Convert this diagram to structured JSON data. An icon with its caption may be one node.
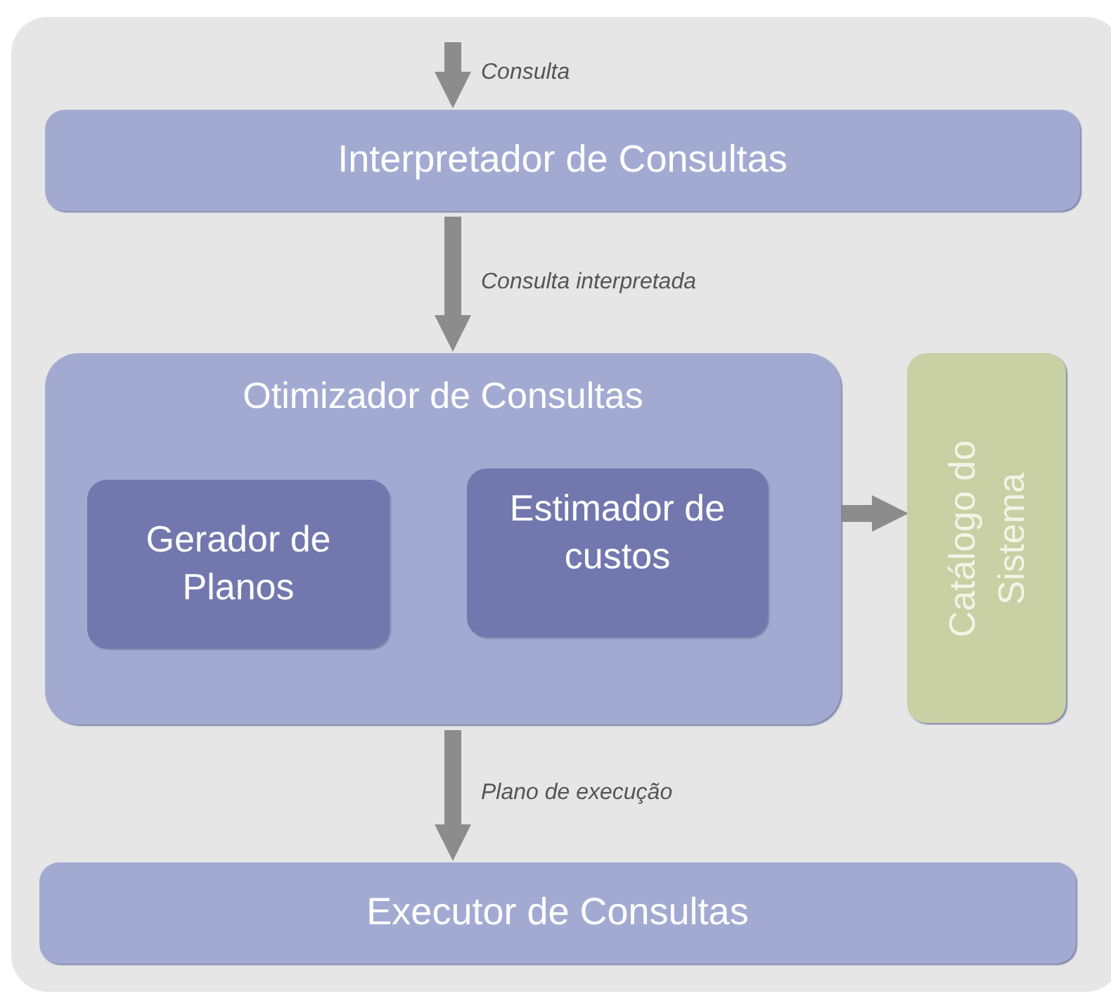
{
  "diagram": {
    "nodes": [
      {
        "text": [
          "Interpretador de Consultas"
        ]
      },
      {
        "text": [
          "Otimizador de Consultas"
        ]
      },
      {
        "text": [
          "Gerador de Planos"
        ],
        "in": 1
      },
      {
        "text": [
          "Estimador de custos"
        ],
        "in": 1
      },
      {
        "text": [
          "Catálogo do Sistema"
        ]
      },
      {
        "text": [
          "Executor de Consultas"
        ]
      }
    ],
    "edges": [
      {
        "from": null,
        "to": 0,
        "arrow": "to",
        "label": "Consulta"
      },
      {
        "from": 0,
        "to": 1,
        "arrow": "to",
        "label": "Consulta interpretada"
      },
      {
        "from": 1,
        "to": 4,
        "arrow": "to"
      },
      {
        "from": 1,
        "to": 5,
        "arrow": "to",
        "label": "Plano de execução"
      }
    ]
  }
}
